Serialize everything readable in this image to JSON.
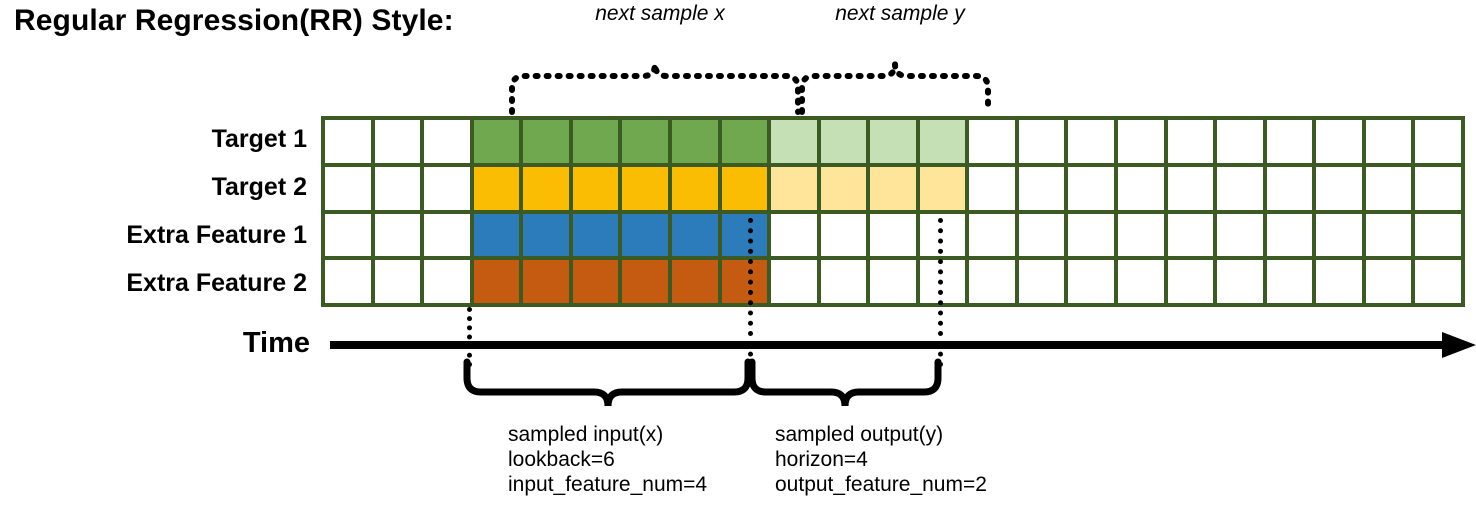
{
  "title": "Regular Regression(RR) Style:",
  "rows": [
    {
      "label": "Target 1",
      "color_name": "green",
      "light_name": "lgreen"
    },
    {
      "label": "Target 2",
      "color_name": "yellow",
      "light_name": "lyellow"
    },
    {
      "label": "Extra Feature 1",
      "color_name": "blue",
      "light_name": "none"
    },
    {
      "label": "Extra Feature 2",
      "color_name": "orange",
      "light_name": "none"
    }
  ],
  "grid": {
    "total_columns": 23,
    "total_rows": 4,
    "lead_blank_columns": 3,
    "input_columns": 6,
    "output_columns": 4,
    "trailing_blank_columns": 10
  },
  "time_axis": {
    "label": "Time",
    "arrow": "right-arrow-icon"
  },
  "top_brackets": [
    {
      "label": "next sample x"
    },
    {
      "label": "next sample y"
    }
  ],
  "bottom_annotations": [
    {
      "line1": "sampled input(x)",
      "line2": "lookback=6",
      "line3": "input_feature_num=4"
    },
    {
      "line1": "sampled output(y)",
      "line2": "horizon=4",
      "line3": "output_feature_num=2"
    }
  ],
  "colors": {
    "grid_border": "#3C5B22",
    "green": "#6FA84F",
    "light_green": "#C5E0B4",
    "yellow": "#FBBC04",
    "light_yellow": "#FFE599",
    "blue": "#2C7BBA",
    "orange": "#C55A11",
    "cell_blank": "#FFFFFF",
    "ink": "#000000"
  }
}
